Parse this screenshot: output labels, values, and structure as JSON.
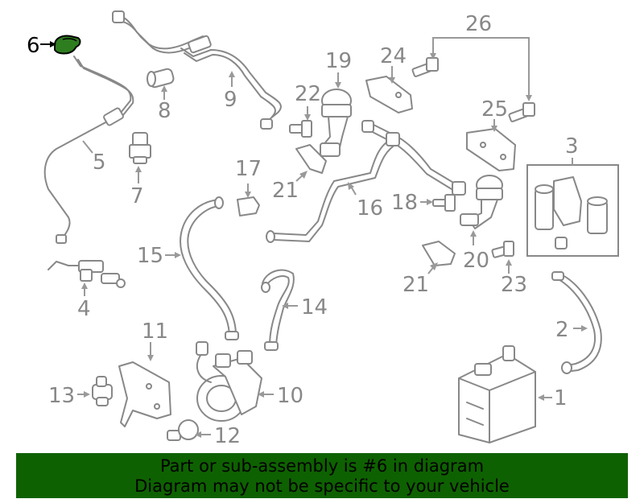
{
  "highlight_color": "#2e7d1f",
  "banner_color": "#0e6100",
  "callouts": {
    "c1": "1",
    "c2": "2",
    "c3": "3",
    "c4": "4",
    "c5": "5",
    "c6": "6",
    "c7": "7",
    "c8": "8",
    "c9": "9",
    "c10": "10",
    "c11": "11",
    "c12": "12",
    "c13": "13",
    "c14": "14",
    "c15": "15",
    "c16": "16",
    "c17": "17",
    "c18": "18",
    "c19": "19",
    "c20": "20",
    "c21a": "21",
    "c21b": "21",
    "c22": "22",
    "c23": "23",
    "c24": "24",
    "c25": "25",
    "c26": "26"
  },
  "banner": {
    "line1": "Part or sub-assembly is #6 in diagram",
    "line2": "Diagram may not be specific to your vehicle"
  }
}
